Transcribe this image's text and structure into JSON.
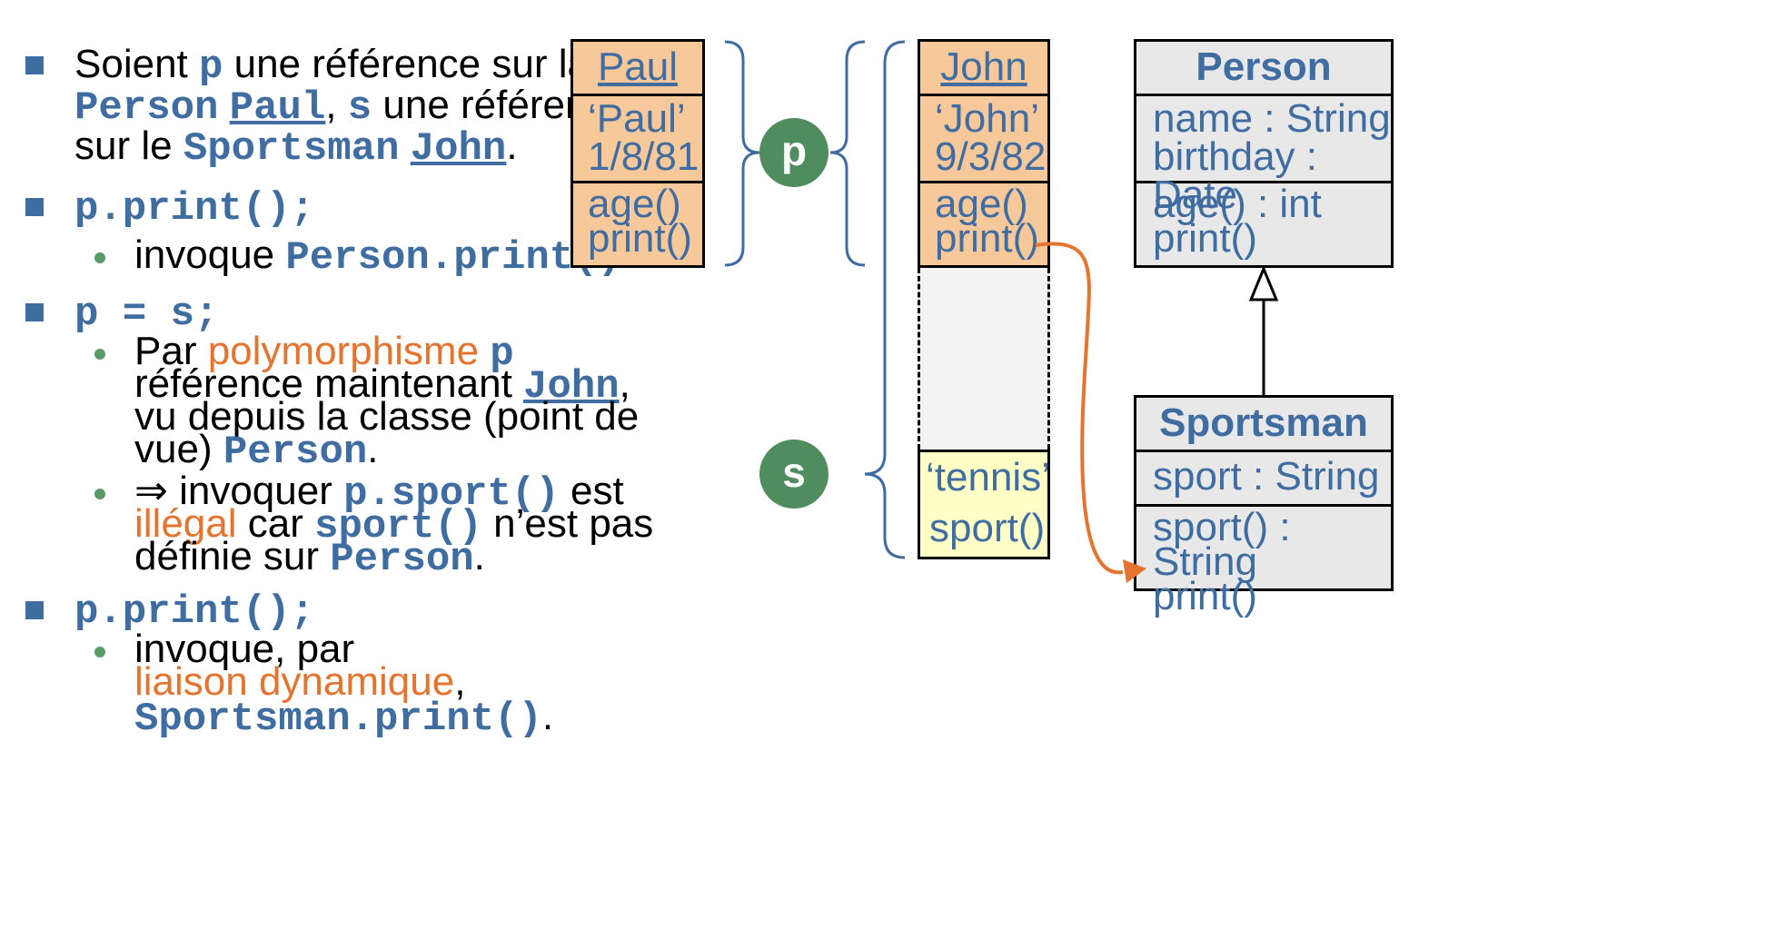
{
  "bullets": {
    "b1": {
      "t1": "Soient ",
      "p": "p",
      "t2": " une référence sur la",
      "person": "Person",
      "paul": "Paul",
      "t3": ", ",
      "s": "s",
      "t4": " une référence",
      "t5": "sur le ",
      "sportsman": "Sportsman",
      "john": "John",
      "t6": "."
    },
    "b2": {
      "code": "p.print();",
      "sub_t1": "invoque ",
      "sub_code": "Person.print()",
      "sub_t2": "."
    },
    "b3": {
      "code": "p = s;",
      "sub1": {
        "t1": "Par ",
        "poly": "polymorphisme",
        "p": "p",
        "t2": "référence maintenant ",
        "john": "John",
        "t3": ",",
        "t4": "vu depuis la classe (point de",
        "t5": "vue) ",
        "person": "Person",
        "t6": "."
      },
      "sub2": {
        "t1": "⇒ invoquer ",
        "code1": "p.sport()",
        "t2": " est",
        "illegal": "illégal",
        "t3": " car ",
        "code2": "sport()",
        "t4": " n’est pas",
        "t5": "définie sur ",
        "person": "Person",
        "t6": "."
      }
    },
    "b4": {
      "code": "p.print();",
      "sub_t1": "invoque, par",
      "liaison": "liaison dynamique",
      "sub_t2": ",",
      "sub_code": "Sportsman.print()",
      "sub_t3": "."
    }
  },
  "objects": {
    "paul": {
      "title": "Paul",
      "attrs": [
        "‘Paul’",
        "1/8/81"
      ],
      "methods": [
        "age()",
        "print()"
      ]
    },
    "john": {
      "title": "John",
      "attrs": [
        "‘John’",
        "9/3/82"
      ],
      "methods": [
        "age()",
        "print()"
      ],
      "ext_attr": "‘tennis’",
      "ext_method": "sport()"
    }
  },
  "refs": {
    "p": "p",
    "s": "s"
  },
  "classes": {
    "person": {
      "name": "Person",
      "attrs": [
        "name : String",
        "birthday : Date"
      ],
      "methods": [
        "age() : int",
        "print()"
      ]
    },
    "sportsman": {
      "name": "Sportsman",
      "attrs": [
        "sport : String"
      ],
      "methods": [
        "sport() : String",
        "print()"
      ]
    }
  },
  "colors": {
    "accent_blue": "#3f6da2",
    "orange": "#e4742e",
    "object_fill": "#f7c99a",
    "ext_fill": "#ffffc6",
    "class_fill": "#e8e8e8",
    "ref_circle": "#4f8d5f"
  }
}
